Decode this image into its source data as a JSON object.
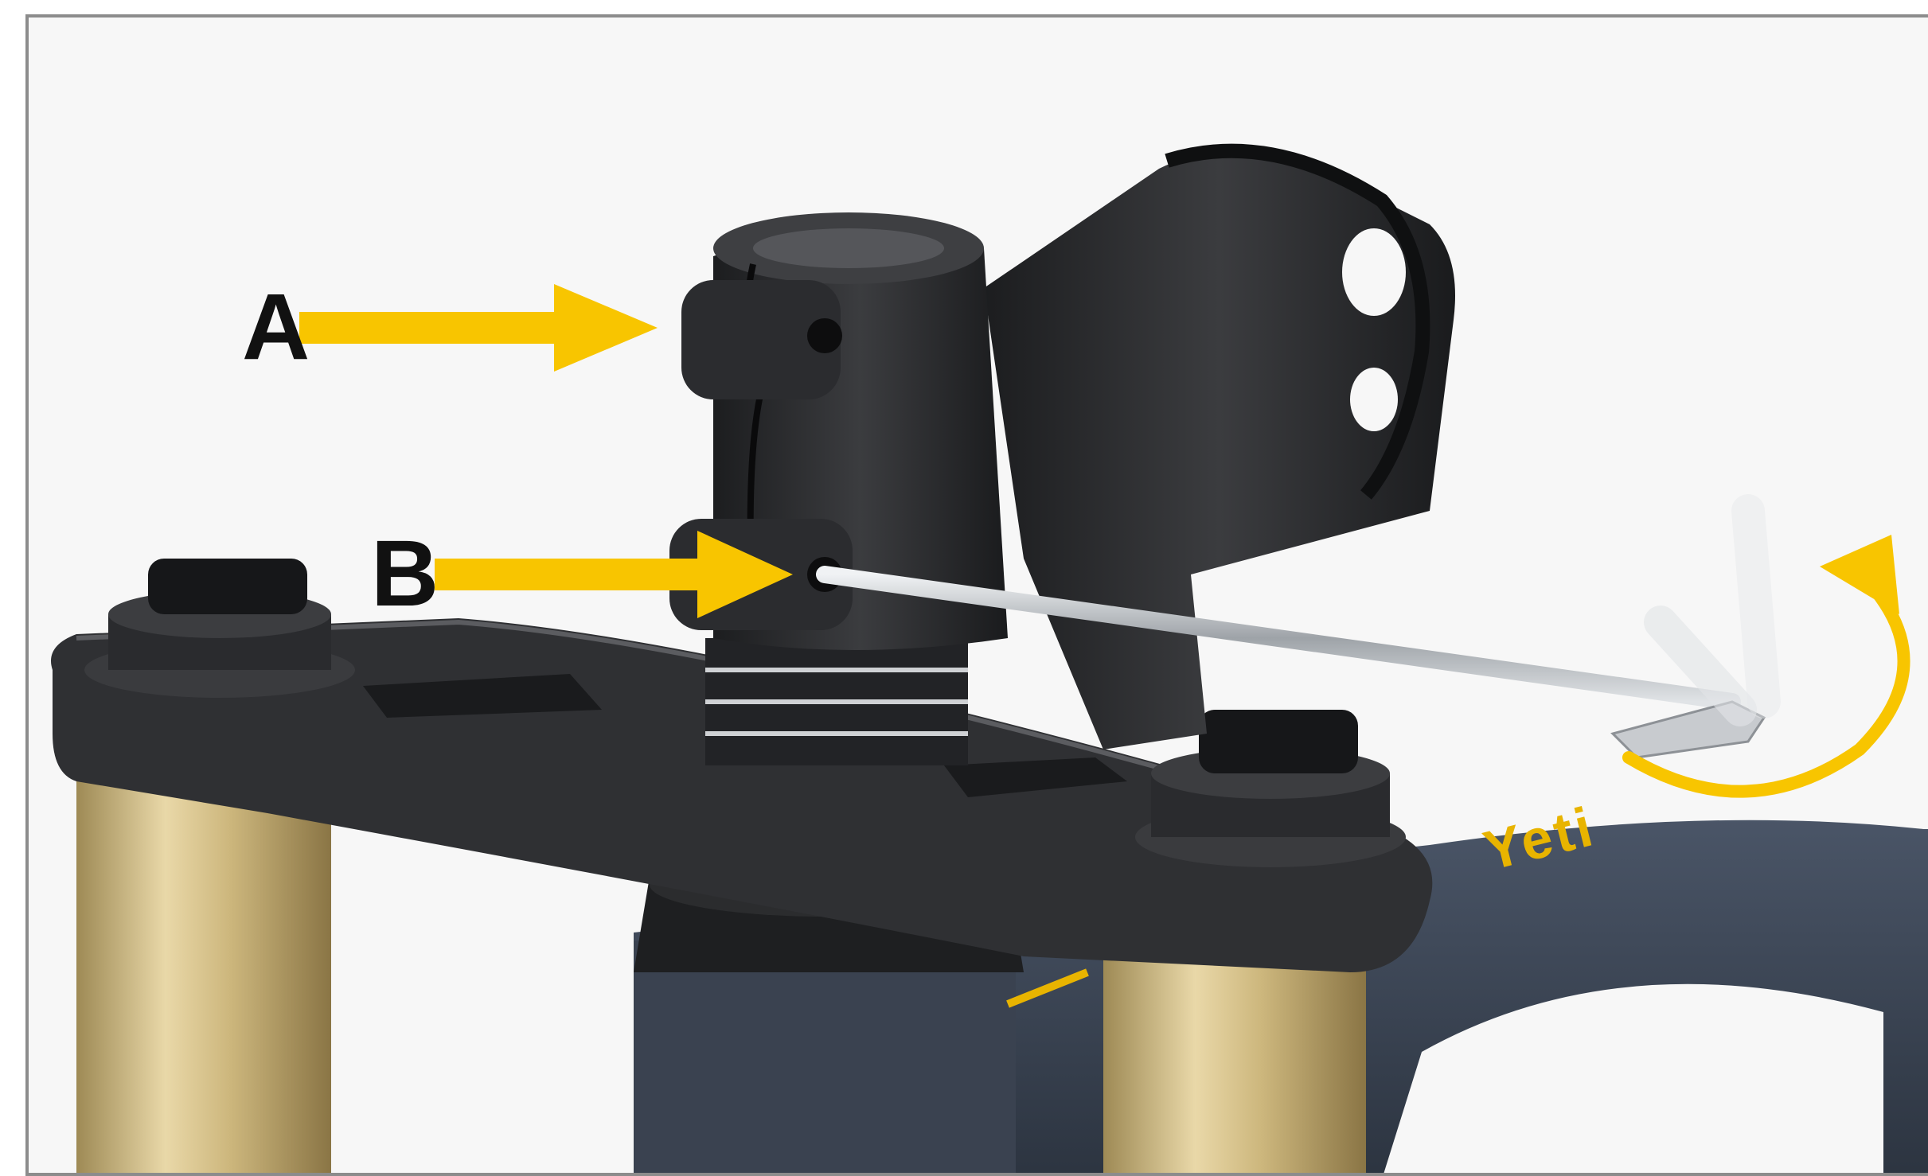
{
  "callouts": {
    "a": "A",
    "b": "B"
  },
  "frame_text": "Yeti",
  "colors": {
    "arrow": "#f8c500",
    "background": "#f7f7f7",
    "border": "#8c8c8c",
    "stem": "#2a2b2d",
    "crown": "#2f3033",
    "stanchion": "#cbb781",
    "frame": "#3c4655",
    "frame_accent": "#e8b400",
    "hex_key": "#c9ccd0"
  },
  "icons": {
    "rotation": "curved-arrow-clockwise-icon"
  }
}
